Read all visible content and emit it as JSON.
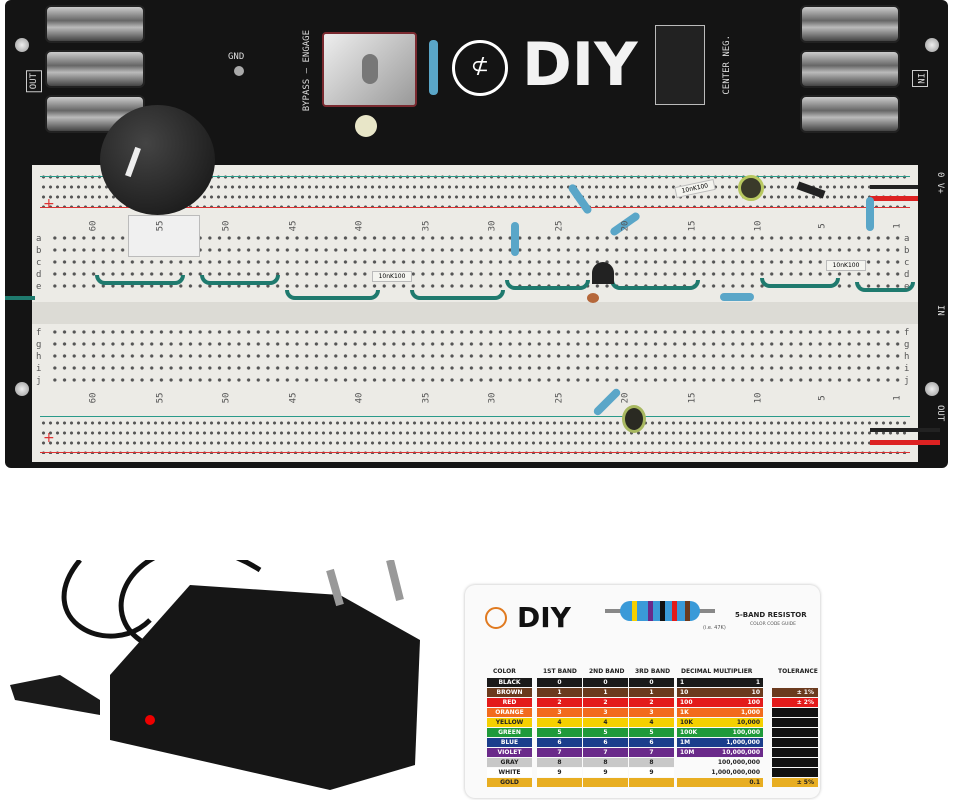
{
  "board": {
    "labels": {
      "out": "OUT",
      "in": "IN",
      "gnd": "GND",
      "switch": "BYPASS – ENGAGE",
      "power": "CENTER NEG.",
      "brand": "DIY",
      "rail_right_top": "0 V+",
      "jack_right_mid": "IN",
      "rail_right_bottom": "OUT"
    },
    "columns": [
      "60",
      "55",
      "50",
      "45",
      "40",
      "35",
      "30",
      "25",
      "20",
      "15",
      "10",
      "5",
      "1"
    ],
    "rows_top": [
      "a",
      "b",
      "c",
      "d",
      "e"
    ],
    "rows_bottom": [
      "f",
      "g",
      "h",
      "i",
      "j"
    ],
    "resistor_labels": [
      "10nK100",
      "10nK100",
      "10nK100"
    ],
    "wire_color": "#1f7a6e"
  },
  "card": {
    "brand": "DIY",
    "title": "5-BAND RESISTOR",
    "subtitle": "COLOR CODE GUIDE",
    "example": "(i.e. 47K)",
    "headers": [
      "COLOR",
      "1ST BAND",
      "2ND BAND",
      "3RD BAND",
      "DECIMAL MULTIPLIER",
      "TOLERANCE"
    ],
    "rows": [
      {
        "color": "BLACK",
        "hex": "#1a1a1a",
        "b1": "0",
        "b2": "0",
        "b3": "0",
        "mult_short": "1",
        "mult": "1",
        "tol": ""
      },
      {
        "color": "BROWN",
        "hex": "#6b3a1e",
        "b1": "1",
        "b2": "1",
        "b3": "1",
        "mult_short": "10",
        "mult": "10",
        "tol": "± 1%"
      },
      {
        "color": "RED",
        "hex": "#e31b1b",
        "b1": "2",
        "b2": "2",
        "b3": "2",
        "mult_short": "100",
        "mult": "100",
        "tol": "± 2%"
      },
      {
        "color": "ORANGE",
        "hex": "#f26b1d",
        "b1": "3",
        "b2": "3",
        "b3": "3",
        "mult_short": "1K",
        "mult": "1,000",
        "tol": ""
      },
      {
        "color": "YELLOW",
        "hex": "#f5d000",
        "b1": "4",
        "b2": "4",
        "b3": "4",
        "mult_short": "10K",
        "mult": "10,000",
        "tol": ""
      },
      {
        "color": "GREEN",
        "hex": "#1f9a3a",
        "b1": "5",
        "b2": "5",
        "b3": "5",
        "mult_short": "100K",
        "mult": "100,000",
        "tol": ""
      },
      {
        "color": "BLUE",
        "hex": "#1b3e8c",
        "b1": "6",
        "b2": "6",
        "b3": "6",
        "mult_short": "1M",
        "mult": "1,000,000",
        "tol": ""
      },
      {
        "color": "VIOLET",
        "hex": "#6a2a8a",
        "b1": "7",
        "b2": "7",
        "b3": "7",
        "mult_short": "10M",
        "mult": "10,000,000",
        "tol": ""
      },
      {
        "color": "GRAY",
        "hex": "#c8c8c8",
        "b1": "8",
        "b2": "8",
        "b3": "8",
        "mult_short": "",
        "mult": "100,000,000",
        "tol": ""
      },
      {
        "color": "WHITE",
        "hex": "#ffffff",
        "b1": "9",
        "b2": "9",
        "b3": "9",
        "mult_short": "",
        "mult": "1,000,000,000",
        "tol": ""
      },
      {
        "color": "GOLD",
        "hex": "#e8ae22",
        "b1": "",
        "b2": "",
        "b3": "",
        "mult_short": "",
        "mult": "0.1",
        "tol": "± 5%"
      }
    ]
  }
}
